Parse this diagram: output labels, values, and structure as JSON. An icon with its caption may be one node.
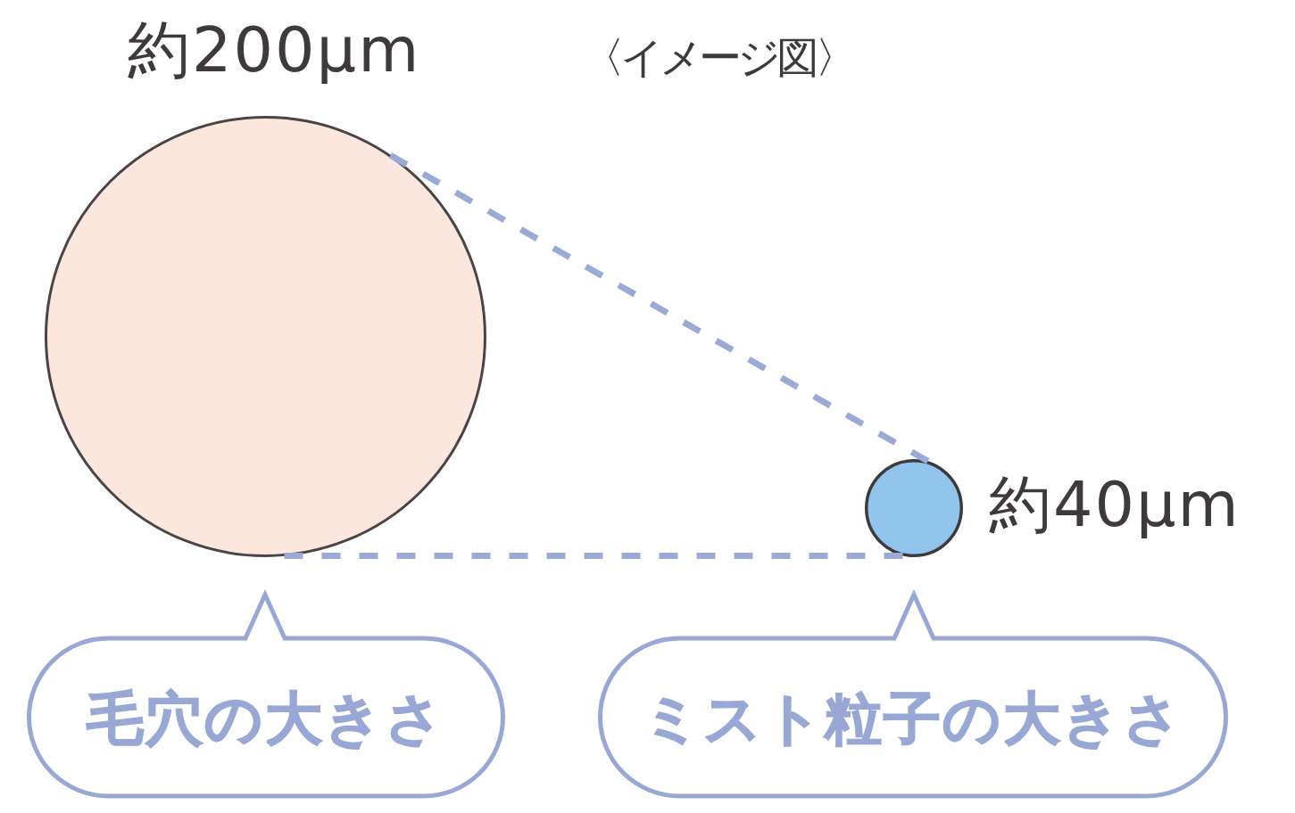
{
  "diagram": {
    "title": "〈イメージ図〉",
    "nodes": [
      {
        "text": [],
        "shape": "circle",
        "beside": [
          "約200μm"
        ]
      },
      {
        "text": [],
        "shape": "circle",
        "beside": [
          "約40μm"
        ]
      },
      {
        "text": [
          "毛穴の大きさ"
        ]
      },
      {
        "text": [
          "ミスト粒子の大きさ"
        ]
      }
    ],
    "edges": [
      {
        "from": 0,
        "to": 1,
        "arrow": "none",
        "style": "dashed"
      },
      {
        "from": 0,
        "to": 1,
        "arrow": "none",
        "style": "dashed"
      }
    ]
  }
}
